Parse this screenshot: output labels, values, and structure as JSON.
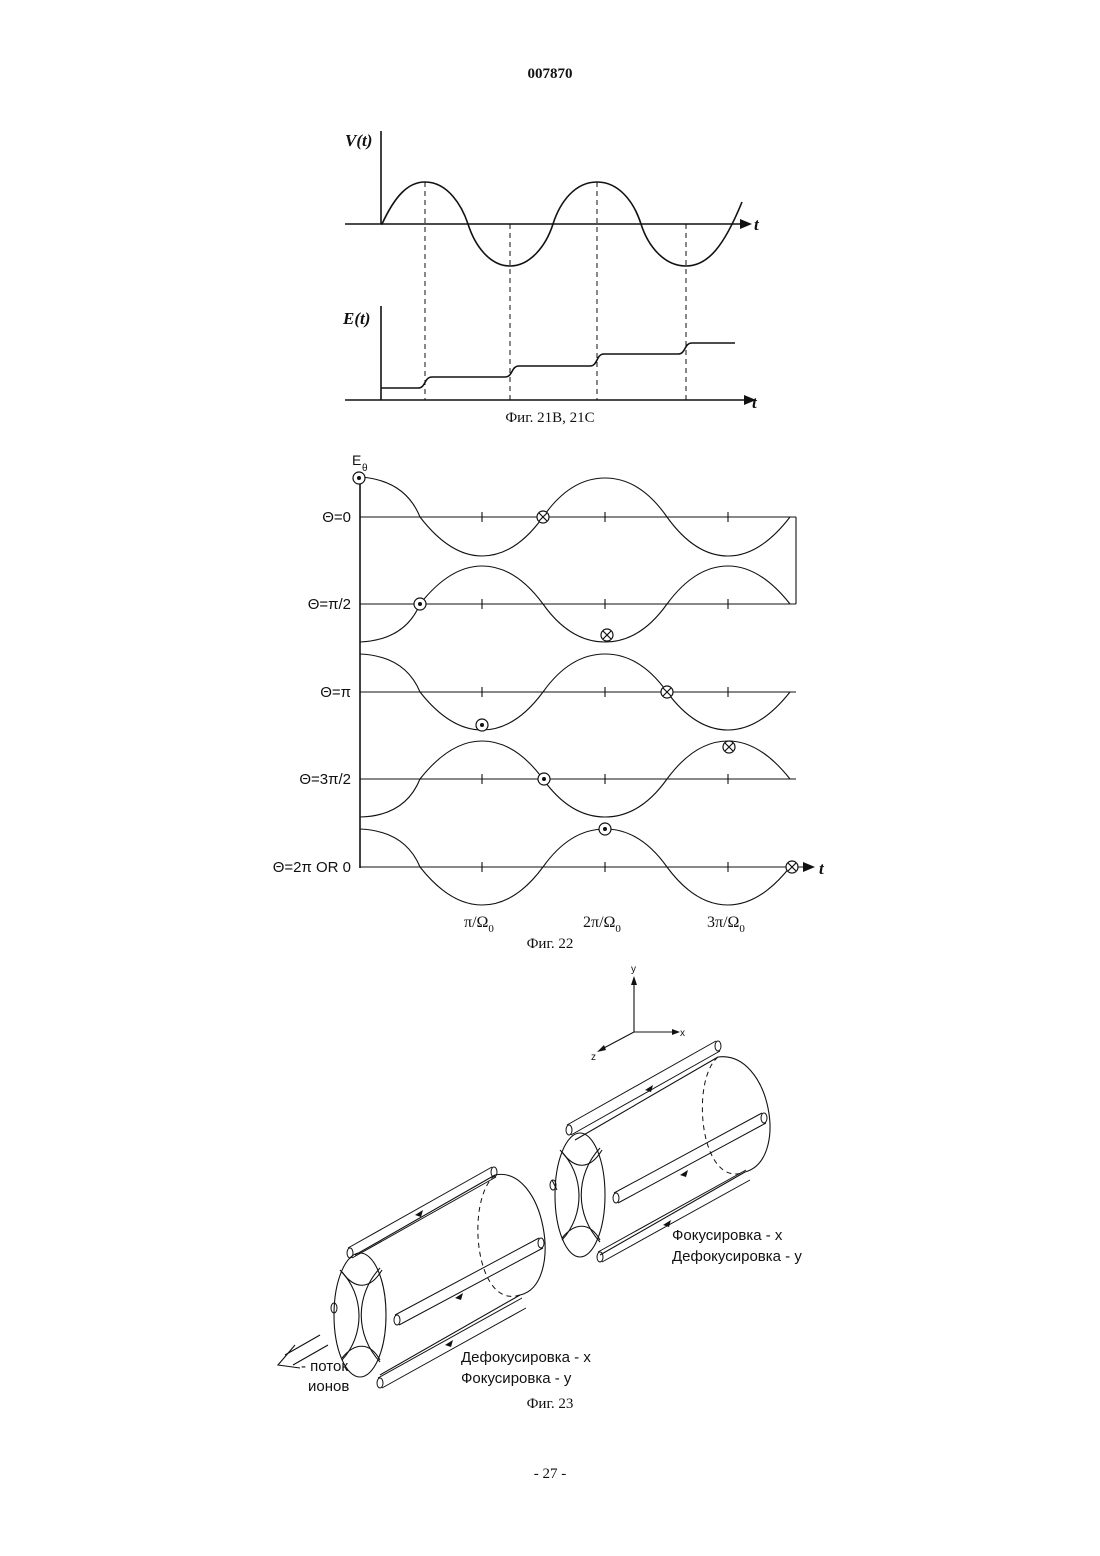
{
  "header": {
    "doc_number": "007870"
  },
  "fig21": {
    "v_label": "V(t)",
    "e_label": "E(t)",
    "t_label": "t",
    "caption": "Фиг. 21В, 21С"
  },
  "fig22": {
    "y_label": "E",
    "y_label_sub": "θ",
    "t_label": "t",
    "rows": [
      {
        "label": "Θ=0"
      },
      {
        "label": "Θ=π/2"
      },
      {
        "label": "Θ=π"
      },
      {
        "label": "Θ=3π/2"
      },
      {
        "label": "Θ=2π OR 0"
      }
    ],
    "ticks": [
      {
        "num": "π/Ω",
        "sub": "0"
      },
      {
        "num": "2π/Ω",
        "sub": "0"
      },
      {
        "num": "3π/Ω",
        "sub": "0"
      }
    ],
    "caption": "Фиг. 22"
  },
  "fig23": {
    "axis_y": "y",
    "axis_x": "x",
    "axis_z": "z",
    "label_right_1": "Фокусировка - x",
    "label_right_2": "Дефокусировка - y",
    "label_left_1": "Дефокусировка - x",
    "label_left_2": "Фокусировка - y",
    "ion_label_1": "- поток",
    "ion_label_2": "ионов",
    "caption": "Фиг. 23"
  },
  "footer": {
    "page": "- 27 -"
  }
}
